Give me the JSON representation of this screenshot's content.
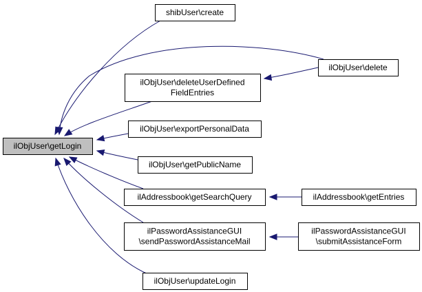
{
  "diagram": {
    "edge_color": "#191970",
    "focus_fill": "#bfbfbf",
    "nodes": [
      {
        "id": "getLogin",
        "lines": [
          "ilObjUser\\getLogin"
        ],
        "focus": true
      },
      {
        "id": "shibCreate",
        "lines": [
          "shibUser\\create"
        ]
      },
      {
        "id": "deleteUDF",
        "lines": [
          "ilObjUser\\deleteUserDefined",
          "FieldEntries"
        ]
      },
      {
        "id": "objDelete",
        "lines": [
          "ilObjUser\\delete"
        ]
      },
      {
        "id": "exportPD",
        "lines": [
          "ilObjUser\\exportPersonalData"
        ]
      },
      {
        "id": "getPublicName",
        "lines": [
          "ilObjUser\\getPublicName"
        ]
      },
      {
        "id": "getSearchQuery",
        "lines": [
          "ilAddressbook\\getSearchQuery"
        ]
      },
      {
        "id": "getEntries",
        "lines": [
          "ilAddressbook\\getEntries"
        ]
      },
      {
        "id": "sendPAM",
        "lines": [
          "ilPasswordAssistanceGUI",
          "\\sendPasswordAssistanceMail"
        ]
      },
      {
        "id": "submitAF",
        "lines": [
          "ilPasswordAssistanceGUI",
          "\\submitAssistanceForm"
        ]
      },
      {
        "id": "updateLogin",
        "lines": [
          "ilObjUser\\updateLogin"
        ]
      }
    ],
    "edges": [
      {
        "from": "shibCreate",
        "to": "getLogin"
      },
      {
        "from": "objDelete",
        "to": "getLogin"
      },
      {
        "from": "deleteUDF",
        "to": "getLogin"
      },
      {
        "from": "objDelete",
        "to": "deleteUDF"
      },
      {
        "from": "exportPD",
        "to": "getLogin"
      },
      {
        "from": "getPublicName",
        "to": "getLogin"
      },
      {
        "from": "getSearchQuery",
        "to": "getLogin"
      },
      {
        "from": "getEntries",
        "to": "getSearchQuery"
      },
      {
        "from": "sendPAM",
        "to": "getLogin"
      },
      {
        "from": "submitAF",
        "to": "sendPAM"
      },
      {
        "from": "updateLogin",
        "to": "getLogin"
      }
    ]
  }
}
